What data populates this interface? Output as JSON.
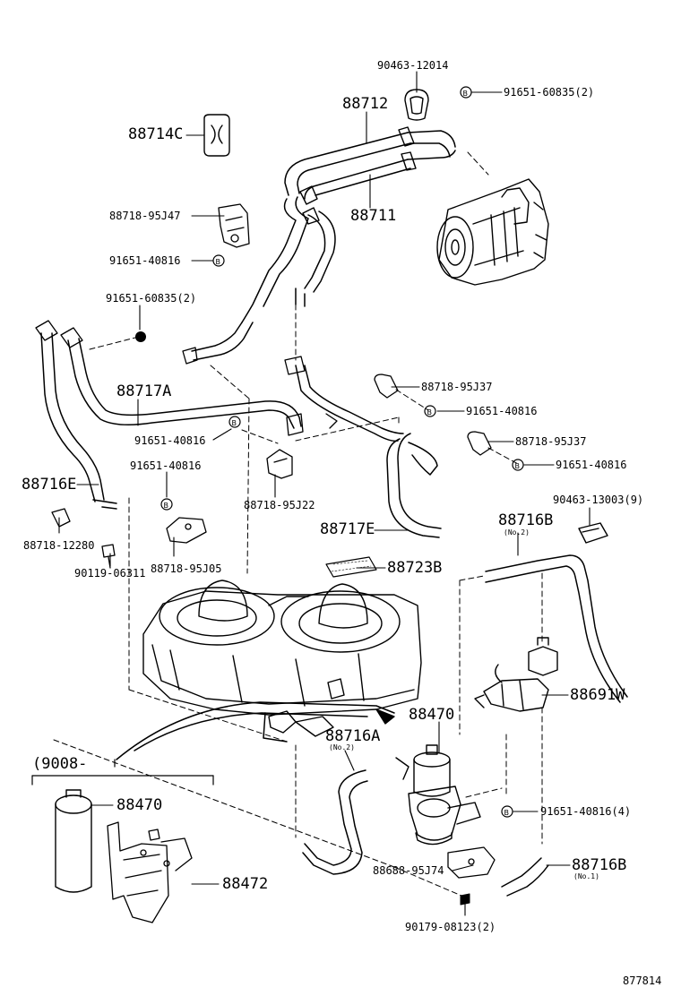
{
  "parts": {
    "p90463_12014": "90463-12014",
    "p91651_60835_2_top": "91651-60835(2)",
    "p88712": "88712",
    "p88714C": "88714C",
    "p88711": "88711",
    "p88718_95J47": "88718-95J47",
    "p91651_40816_a": "91651-40816",
    "p91651_60835_2_left": "91651-60835(2)",
    "p88717A": "88717A",
    "p88718_95J37_a": "88718-95J37",
    "p91651_40816_b": "91651-40816",
    "p91651_40816_c": "91651-40816",
    "p88718_95J37_b": "88718-95J37",
    "p91651_40816_d": "91651-40816",
    "p91651_40816_e": "91651-40816",
    "p88716E": "88716E",
    "p88718_95J22": "88718-95J22",
    "p90463_13003_9": "90463-13003(9)",
    "p88717E": "88717E",
    "p88716B_top": "88716B",
    "p88716B_top_sub": "(No.2)",
    "p88718_12280": "88718-12280",
    "p88718_95J05": "88718-95J05",
    "p88723B": "88723B",
    "p90119_06311": "90119-06311",
    "p88691W": "88691W",
    "p88470_center": "88470",
    "p88716A": "88716A",
    "p88716A_sub": "(No.2)",
    "p9008": "(9008-",
    "p88470_left": "88470",
    "p91651_40816_4": "91651-40816(4)",
    "p88716B_bot": "88716B",
    "p88716B_bot_sub": "(No.1)",
    "p88688_95J74": "88688-95J74",
    "p88472": "88472",
    "p90179_08123_2": "90179-08123(2)",
    "diagram_id": "877814"
  },
  "icons": {
    "bolt_marker": "B-circle-icon",
    "clamp": "clamp-icon",
    "compressor": "compressor-icon",
    "receiver": "receiver-dryer-icon"
  }
}
